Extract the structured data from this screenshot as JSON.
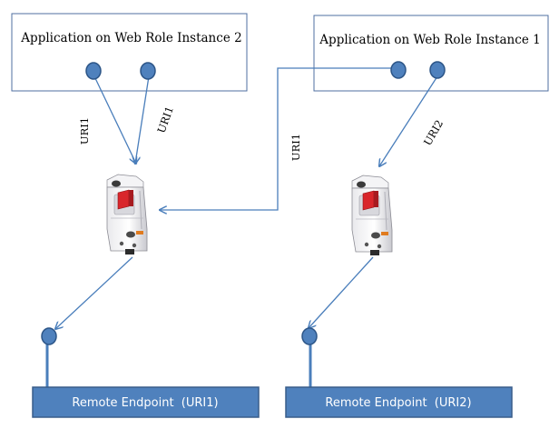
{
  "app_boxes": [
    {
      "id": "instance-2",
      "label": "Application on Web Role Instance 2"
    },
    {
      "id": "instance-1",
      "label": "Application on Web Role Instance 1"
    }
  ],
  "connection_labels": [
    {
      "id": "left-a",
      "text": "URI1"
    },
    {
      "id": "left-b",
      "text": "URI1"
    },
    {
      "id": "middle",
      "text": "URI1"
    },
    {
      "id": "right",
      "text": "URI2"
    }
  ],
  "endpoints": [
    {
      "id": "uri1",
      "label": "Remote Endpoint  (URI1)"
    },
    {
      "id": "uri2",
      "label": "Remote Endpoint  (URI2)"
    }
  ],
  "colors": {
    "line": "#4a7ebb",
    "node_fill": "#4f81bd",
    "node_stroke": "#2c5587",
    "endpoint_fill": "#4f81bd",
    "endpoint_stroke": "#385d8a",
    "box_stroke": "#4f6fa0"
  },
  "icons": [
    "circuit-breaker-icon"
  ]
}
